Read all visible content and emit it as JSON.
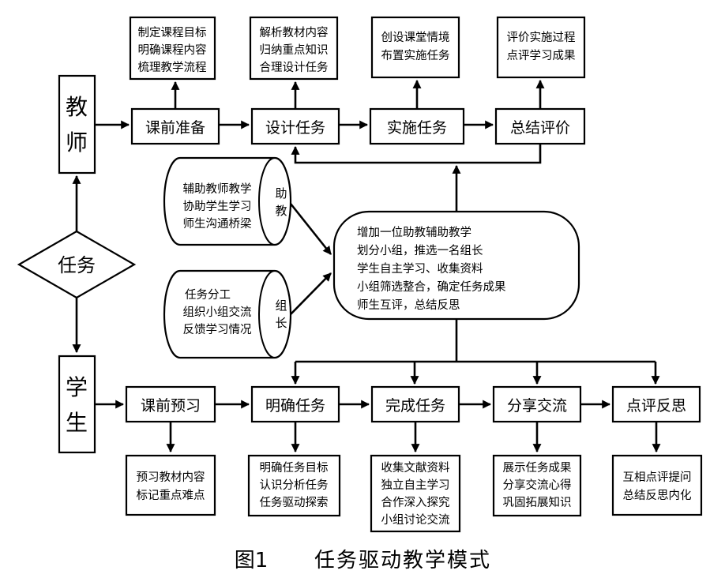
{
  "teacher": {
    "label_line1": "教",
    "label_line2": "师"
  },
  "student": {
    "label_line1": "学",
    "label_line2": "生"
  },
  "task_diamond": {
    "label": "任务"
  },
  "teacher_flow": [
    {
      "label": "课前准备",
      "notes": [
        "制定课程目标",
        "明确课程内容",
        "梳理教学流程"
      ]
    },
    {
      "label": "设计任务",
      "notes": [
        "解析教材内容",
        "归纳重点知识",
        "合理设计任务"
      ]
    },
    {
      "label": "实施任务",
      "notes": [
        "创设课堂情境",
        "布置实施任务"
      ]
    },
    {
      "label": "总结评价",
      "notes": [
        "评价实施过程",
        "点评学习成果"
      ]
    }
  ],
  "assistant": {
    "tag_line1": "助",
    "tag_line2": "教",
    "duties": [
      "辅助教师教学",
      "协助学生学习",
      "师生沟通桥梁"
    ]
  },
  "group_leader": {
    "tag_line1": "组",
    "tag_line2": "长",
    "duties": [
      "任务分工",
      "组织小组交流",
      "反馈学习情况"
    ]
  },
  "center": {
    "lines": [
      "增加一位助教辅助教学",
      "划分小组，推选一名组长",
      "学生自主学习、收集资料",
      "小组筛选整合，确定任务成果",
      "师生互评，总结反思"
    ]
  },
  "student_flow": [
    {
      "label": "课前预习",
      "notes": [
        "预习教材内容",
        "标记重点难点"
      ]
    },
    {
      "label": "明确任务",
      "notes": [
        "明确任务目标",
        "认识分析任务",
        "任务驱动探索"
      ]
    },
    {
      "label": "完成任务",
      "notes": [
        "收集文献资料",
        "独立自主学习",
        "合作深入探究",
        "小组讨论交流"
      ]
    },
    {
      "label": "分享交流",
      "notes": [
        "展示任务成果",
        "分享交流心得",
        "巩固拓展知识"
      ]
    },
    {
      "label": "点评反思",
      "notes": [
        "互相点评提问",
        "总结反思内化"
      ]
    }
  ],
  "caption": {
    "number": "图1",
    "title": "任务驱动教学模式"
  }
}
